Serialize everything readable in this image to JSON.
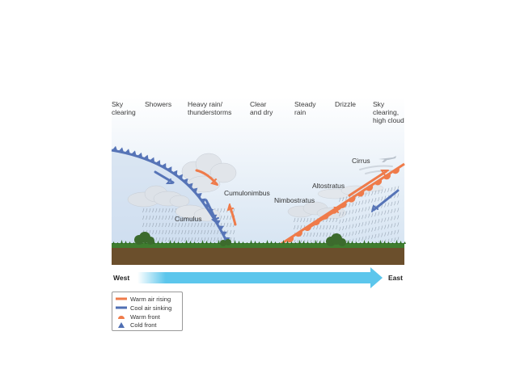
{
  "weather_labels": [
    "Sky\nclearing",
    "Showers",
    "Heavy rain/\nthunderstorms",
    "Clear\nand dry",
    "Steady\nrain",
    "Drizzle",
    "Sky\nclearing,\nhigh cloud"
  ],
  "cloud_labels": {
    "cumulus": "Cumulus",
    "cumulonimbus": "Cumulonimbus",
    "nimbostratus": "Nimbostratus",
    "altostratus": "Altostratus",
    "cirrus": "Cirrus"
  },
  "direction": {
    "west": "West",
    "east": "East"
  },
  "legend": {
    "warm_air": "Warm air rising",
    "cool_air": "Cool air sinking",
    "warm_front": "Warm front",
    "cold_front": "Cold front"
  },
  "colors": {
    "warm": "#ef7b4a",
    "cool": "#4f6fb3",
    "sky_top": "#ffffff",
    "sky_bottom": "#d6e4f2",
    "ground": "#6b4f2c",
    "arrow": "#5cc6ec"
  }
}
